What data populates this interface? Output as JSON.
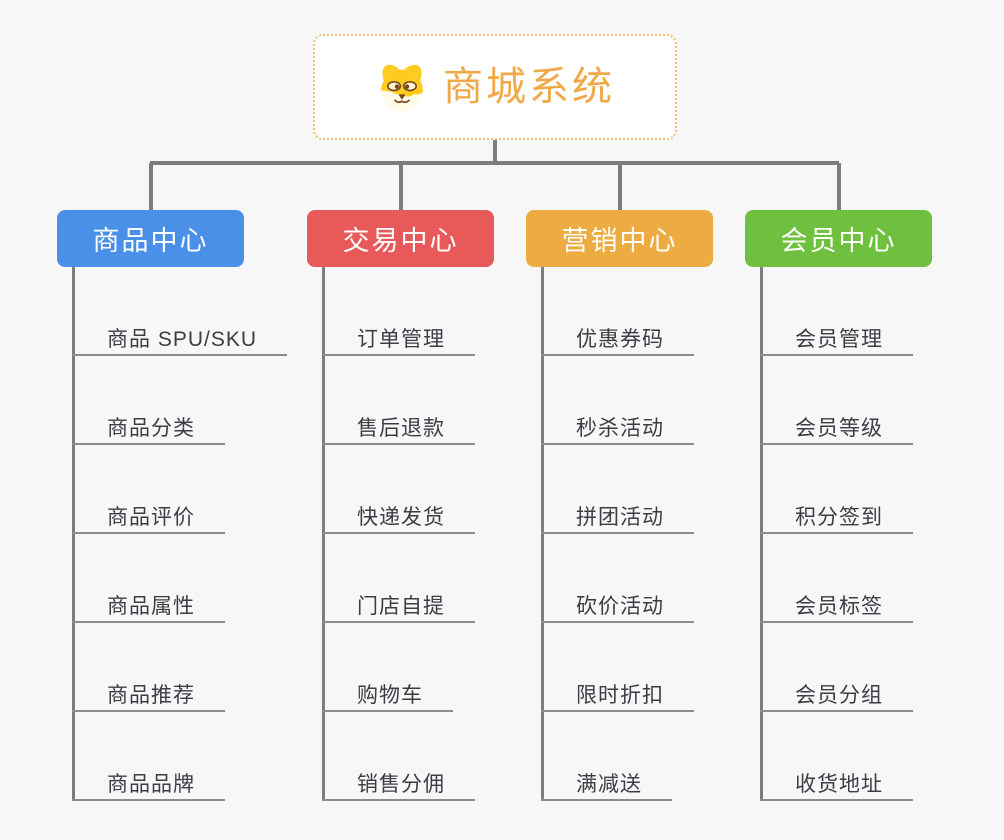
{
  "canvas": {
    "background": "#F7F7F7"
  },
  "root": {
    "title": "商城系统",
    "icon": "dog-face-icon",
    "accent_color": "#F0A848",
    "border_color": "#F3BE6B"
  },
  "connector_color": "#7D7D7D",
  "branches": [
    {
      "label": "商品中心",
      "color": "#4A90E8",
      "children": [
        "商品 SPU/SKU",
        "商品分类",
        "商品评价",
        "商品属性",
        "商品推荐",
        "商品品牌"
      ]
    },
    {
      "label": "交易中心",
      "color": "#E85A5A",
      "children": [
        "订单管理",
        "售后退款",
        "快递发货",
        "门店自提",
        "购物车",
        "销售分佣"
      ]
    },
    {
      "label": "营销中心",
      "color": "#ECAC41",
      "children": [
        "优惠券码",
        "秒杀活动",
        "拼团活动",
        "砍价活动",
        "限时折扣",
        "满减送"
      ]
    },
    {
      "label": "会员中心",
      "color": "#70C040",
      "children": [
        "会员管理",
        "会员等级",
        "积分签到",
        "会员标签",
        "会员分组",
        "收货地址"
      ]
    }
  ]
}
